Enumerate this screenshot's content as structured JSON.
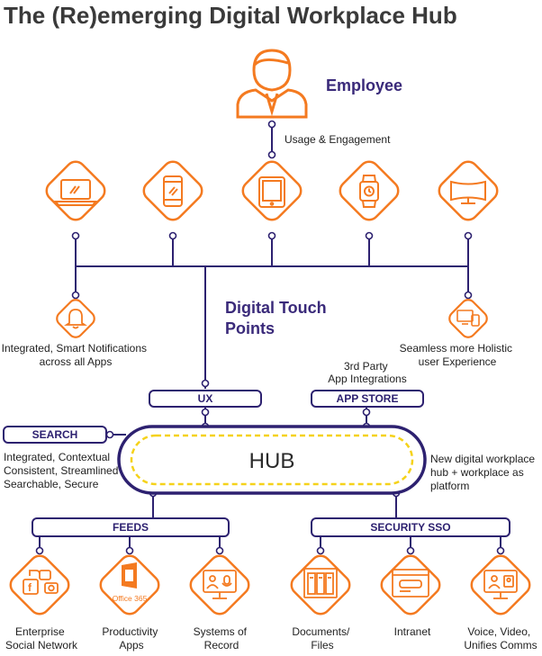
{
  "title": "The (Re)emerging Digital Workplace Hub",
  "employee": {
    "label": "Employee",
    "link_label": "Usage & Engagement"
  },
  "devices": [
    {
      "icon": "laptop-icon"
    },
    {
      "icon": "smartphone-icon"
    },
    {
      "icon": "tablet-icon"
    },
    {
      "icon": "smartwatch-icon"
    },
    {
      "icon": "curved-monitor-icon"
    }
  ],
  "touch_points": {
    "label_lines": [
      "Digital Touch",
      "Points"
    ]
  },
  "notifications": {
    "icon": "bell-icon",
    "lines": [
      "Integrated, Smart Notifications",
      "across all Apps"
    ]
  },
  "holistic": {
    "icon": "devices-icon",
    "lines": [
      "Seamless more Holistic",
      "user Experience"
    ]
  },
  "third_party": {
    "lines": [
      "3rd Party",
      "App Integrations"
    ]
  },
  "boxes": {
    "ux": "UX",
    "app_store": "APP STORE",
    "search": "SEARCH",
    "feeds": "FEEDS",
    "security": "SECURITY SSO"
  },
  "hub": {
    "label": "HUB"
  },
  "search_desc": [
    "Integrated, Contextual",
    "Consistent, Streamlined",
    "Searchable, Secure"
  ],
  "platform_desc": [
    "New digital workplace",
    "hub + workplace as",
    "platform"
  ],
  "outputs": [
    {
      "icon": "social-network-icon",
      "lines": [
        "Enterprise",
        "Social Network"
      ]
    },
    {
      "icon": "office-365-icon",
      "badge": "Office 365",
      "lines": [
        "Productivity",
        "Apps"
      ]
    },
    {
      "icon": "systems-of-record-icon",
      "lines": [
        "Systems of",
        "Record"
      ]
    },
    {
      "icon": "documents-icon",
      "lines": [
        "Documents/",
        "Files"
      ]
    },
    {
      "icon": "intranet-icon",
      "lines": [
        "Intranet"
      ]
    },
    {
      "icon": "video-call-icon",
      "lines": [
        "Voice, Video,",
        "Unifies Comms"
      ]
    }
  ],
  "colors": {
    "orange": "#f47a20",
    "purple": "#3a2a7a",
    "line": "#2d2170",
    "hub_fill": "#fde9a0",
    "hub_dash": "#f5d21a",
    "title": "#3a3a3a",
    "text": "#222222"
  }
}
